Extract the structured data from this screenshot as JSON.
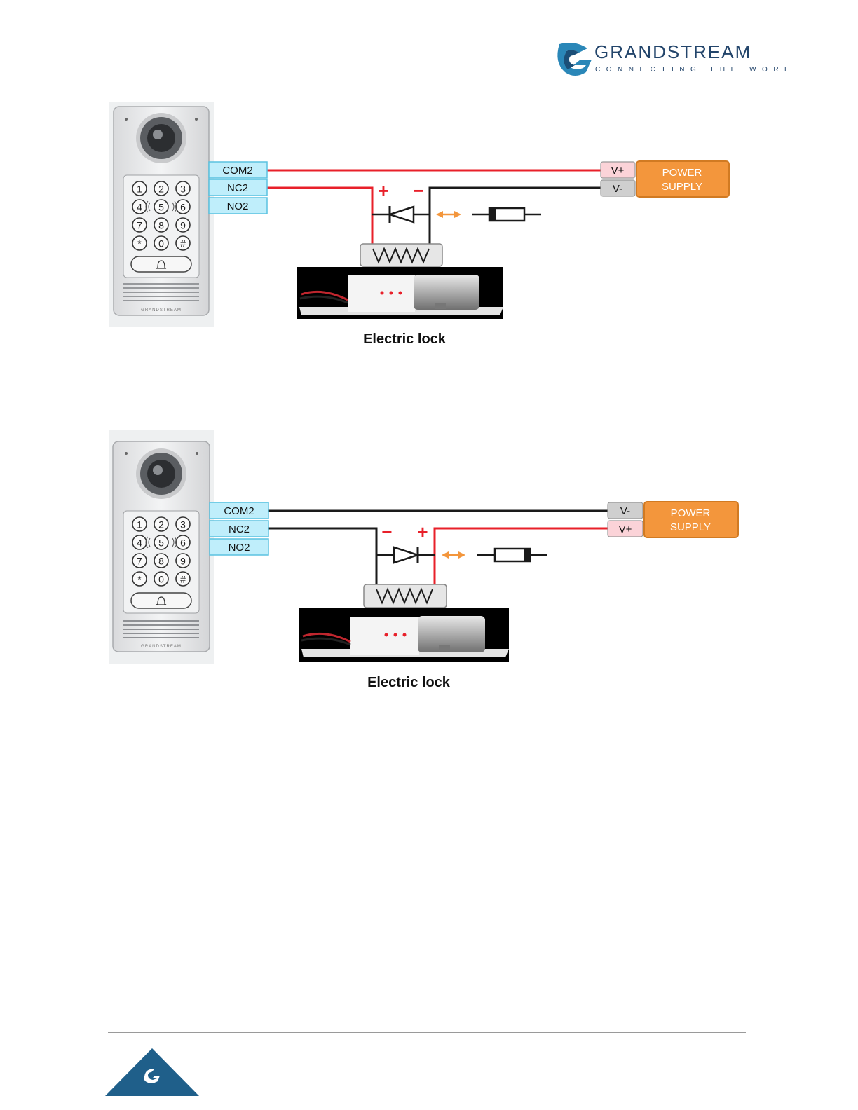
{
  "header": {
    "brand_name": "GRANDSTREAM",
    "brand_tagline": "CONNECTING THE WORLD"
  },
  "intercom": {
    "keys": [
      "1",
      "2",
      "3",
      "4",
      "5",
      "6",
      "7",
      "8",
      "9",
      "*",
      "0",
      "#"
    ],
    "brand_text": "GRANDSTREAM"
  },
  "diagrams": [
    {
      "terminals": [
        "COM2",
        "NC2",
        "NO2"
      ],
      "supply_terminals": [
        "V+",
        "V-"
      ],
      "power_supply": [
        "POWER",
        "SUPPLY"
      ],
      "polarity": [
        "+",
        "−"
      ],
      "lock_caption": "Electric lock"
    },
    {
      "terminals": [
        "COM2",
        "NC2",
        "NO2"
      ],
      "supply_terminals": [
        "V-",
        "V+"
      ],
      "power_supply": [
        "POWER",
        "SUPPLY"
      ],
      "polarity": [
        "−",
        "+"
      ],
      "lock_caption": "Electric lock"
    }
  ],
  "colors": {
    "wire_red": "#e8202a",
    "wire_black": "#1a1a1a",
    "terminal_fill": "#bfeefb",
    "terminal_border": "#5ac2e0",
    "power_fill": "#f3963c",
    "power_border": "#d17a22",
    "vplus_fill": "#fbd3d8",
    "vminus_fill": "#cfcfcf",
    "brand_blue": "#1f5f8a",
    "brand_navy": "#23456b"
  }
}
